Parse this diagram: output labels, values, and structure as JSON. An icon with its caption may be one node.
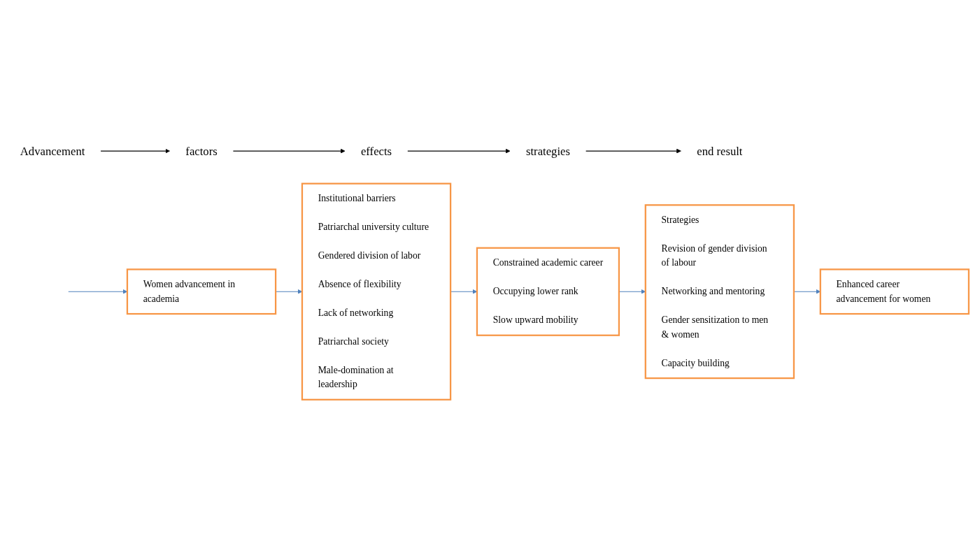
{
  "diagram": {
    "nodes": [
      {
        "text": [
          "Advancement"
        ]
      },
      {
        "text": [
          "factors"
        ]
      },
      {
        "text": [
          "effects"
        ]
      },
      {
        "text": [
          "strategies"
        ]
      },
      {
        "text": [
          "end result"
        ]
      },
      {
        "text": [
          "Women advancement in academia"
        ]
      },
      {
        "text": [
          "Institutional barriers",
          "Patriarchal university culture",
          "Gendered division of labor",
          "Absence of flexibility",
          "Lack of networking",
          "Patriarchal society",
          "Male-domination at leadership"
        ]
      },
      {
        "text": [
          "Constrained academic career",
          "Occupying lower rank",
          "Slow upward mobility"
        ]
      },
      {
        "text": [
          "Strategies",
          "Revision of gender division of labour",
          "Networking and mentoring",
          "Gender sensitization to men & women",
          "Capacity building"
        ]
      },
      {
        "text": [
          "Enhanced career advancement for women"
        ]
      }
    ],
    "edges": [
      {
        "from": 0,
        "to": 1,
        "arrow": "to",
        "color": "#000000"
      },
      {
        "from": 1,
        "to": 2,
        "arrow": "to",
        "color": "#000000"
      },
      {
        "from": 2,
        "to": 3,
        "arrow": "to",
        "color": "#000000"
      },
      {
        "from": 3,
        "to": 4,
        "arrow": "to",
        "color": "#000000"
      },
      {
        "from": null,
        "to": 5,
        "arrow": "to"
      },
      {
        "from": 5,
        "to": 6,
        "arrow": "to"
      },
      {
        "from": 6,
        "to": 7,
        "arrow": "to"
      },
      {
        "from": 7,
        "to": 8,
        "arrow": "to"
      },
      {
        "from": 8,
        "to": 9,
        "arrow": "to"
      }
    ]
  }
}
